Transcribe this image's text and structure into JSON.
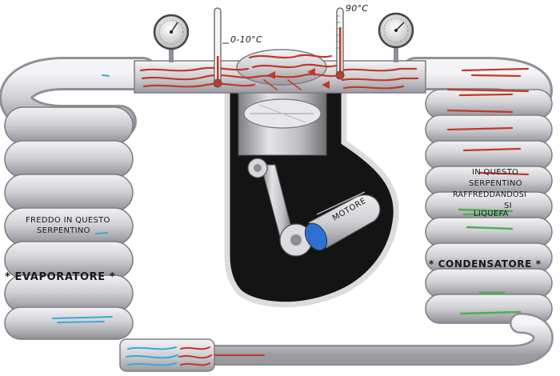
{
  "labels": {
    "thermo_low": "0-10°C",
    "thermo_high": "90°C",
    "evap_line1": "FREDDO IN QUESTO",
    "evap_line2": "SERPENTINO",
    "evaporatore": "* EVAPORATORE *",
    "motore": "MOTORE",
    "cond_line1": "IN QUESTO",
    "cond_line2": "SERPENTINO",
    "cond_line3": "RAFFREDDANDOSI",
    "cond_line4": "SI",
    "cond_line5": "LIQUEFA",
    "condensatore": "* CONDENSATORE *"
  },
  "colors": {
    "pipe": "#cfcfd2",
    "pipe_shadow": "#8f8f95",
    "hot_gas": "#c0392b",
    "cold_liquid": "#3aa9d8",
    "liquid_green": "#4caf50",
    "housing": "#111111"
  }
}
